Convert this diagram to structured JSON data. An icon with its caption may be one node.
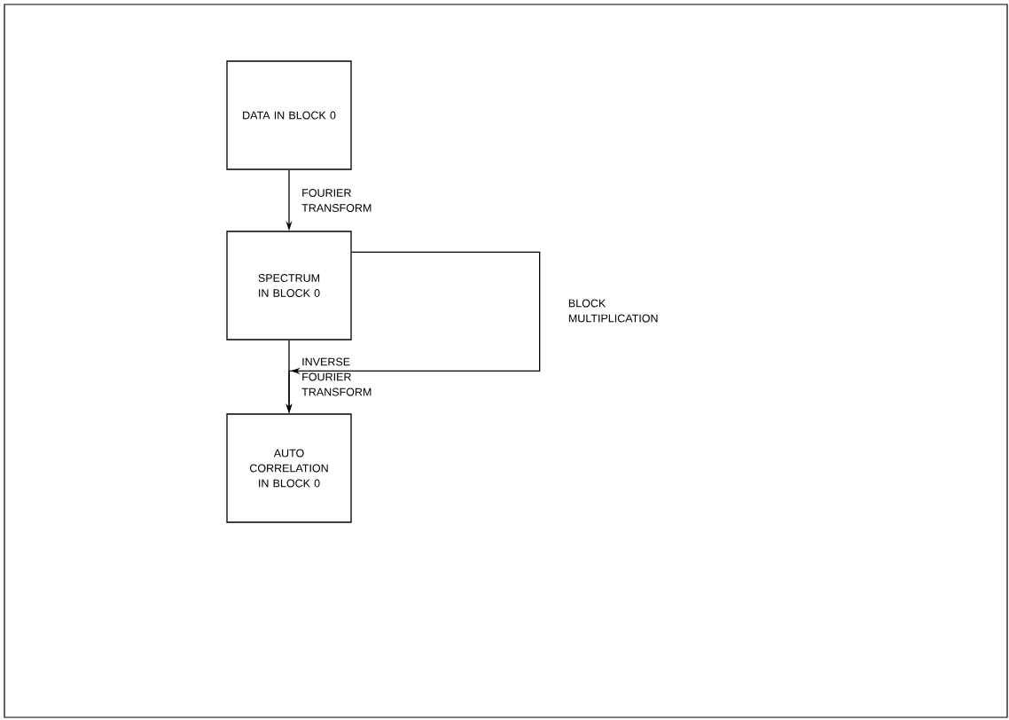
{
  "diagram": {
    "nodes": [
      {
        "text": [
          "DATA IN BLOCK 0"
        ]
      },
      {
        "text": [
          "SPECTRUM IN BLOCK 0"
        ]
      },
      {
        "text": [
          "AUTO CORRELATION IN BLOCK 0"
        ]
      }
    ],
    "edges": [
      {
        "from": 0,
        "to": 1,
        "arrow": "to",
        "label": "FOURIER TRANSFORM"
      },
      {
        "from": 1,
        "to": 2,
        "arrow": "to",
        "label": "INVERSE FOURIER TRANSFORM"
      },
      {
        "from": 1,
        "to": 2,
        "arrow": "to",
        "label": "BLOCK MULTIPLICATION"
      }
    ]
  }
}
